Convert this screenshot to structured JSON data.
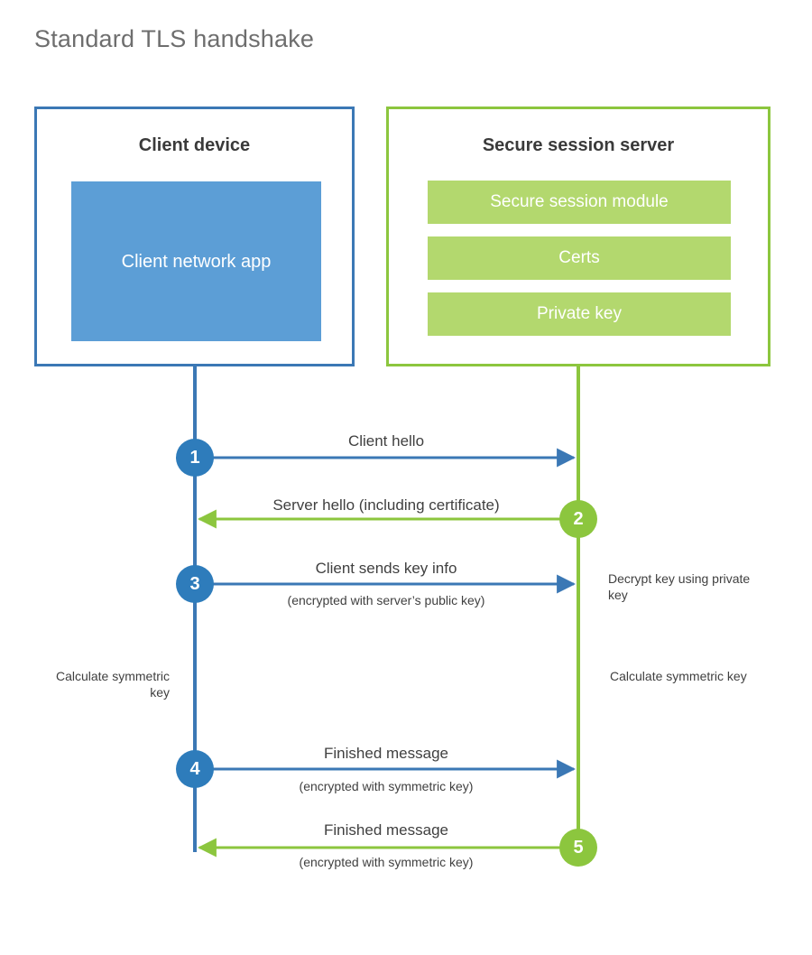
{
  "title": "Standard TLS handshake",
  "colors": {
    "client_accent": "#3b78b5",
    "client_fill": "#5c9ed6",
    "client_circle": "#2e7cbb",
    "server_accent": "#8cc63e",
    "server_fill": "#b3d86e",
    "text": "#404040",
    "title_text": "#6e6e6e",
    "background": "#ffffff"
  },
  "client": {
    "title": "Client device",
    "app_label": "Client network app"
  },
  "server": {
    "title": "Secure session server",
    "modules": [
      "Secure session module",
      "Certs",
      "Private key"
    ]
  },
  "steps": [
    {
      "number": "1",
      "label": "Client hello",
      "sub": "",
      "direction": "client-to-server",
      "side": "client"
    },
    {
      "number": "2",
      "label": "Server hello (including certificate)",
      "sub": "",
      "direction": "server-to-client",
      "side": "server"
    },
    {
      "number": "3",
      "label": "Client sends key info",
      "sub": "(encrypted with server’s public key)",
      "direction": "client-to-server",
      "side": "client"
    },
    {
      "number": "4",
      "label": "Finished message",
      "sub": "(encrypted with symmetric key)",
      "direction": "client-to-server",
      "side": "client"
    },
    {
      "number": "5",
      "label": "Finished message",
      "sub": "(encrypted with symmetric key)",
      "direction": "server-to-client",
      "side": "server"
    }
  ],
  "notes": {
    "decrypt_key": "Decrypt key using private key",
    "calculate_symmetric_key_client": "Calculate symmetric key",
    "calculate_symmetric_key_server": "Calculate symmetric key"
  }
}
